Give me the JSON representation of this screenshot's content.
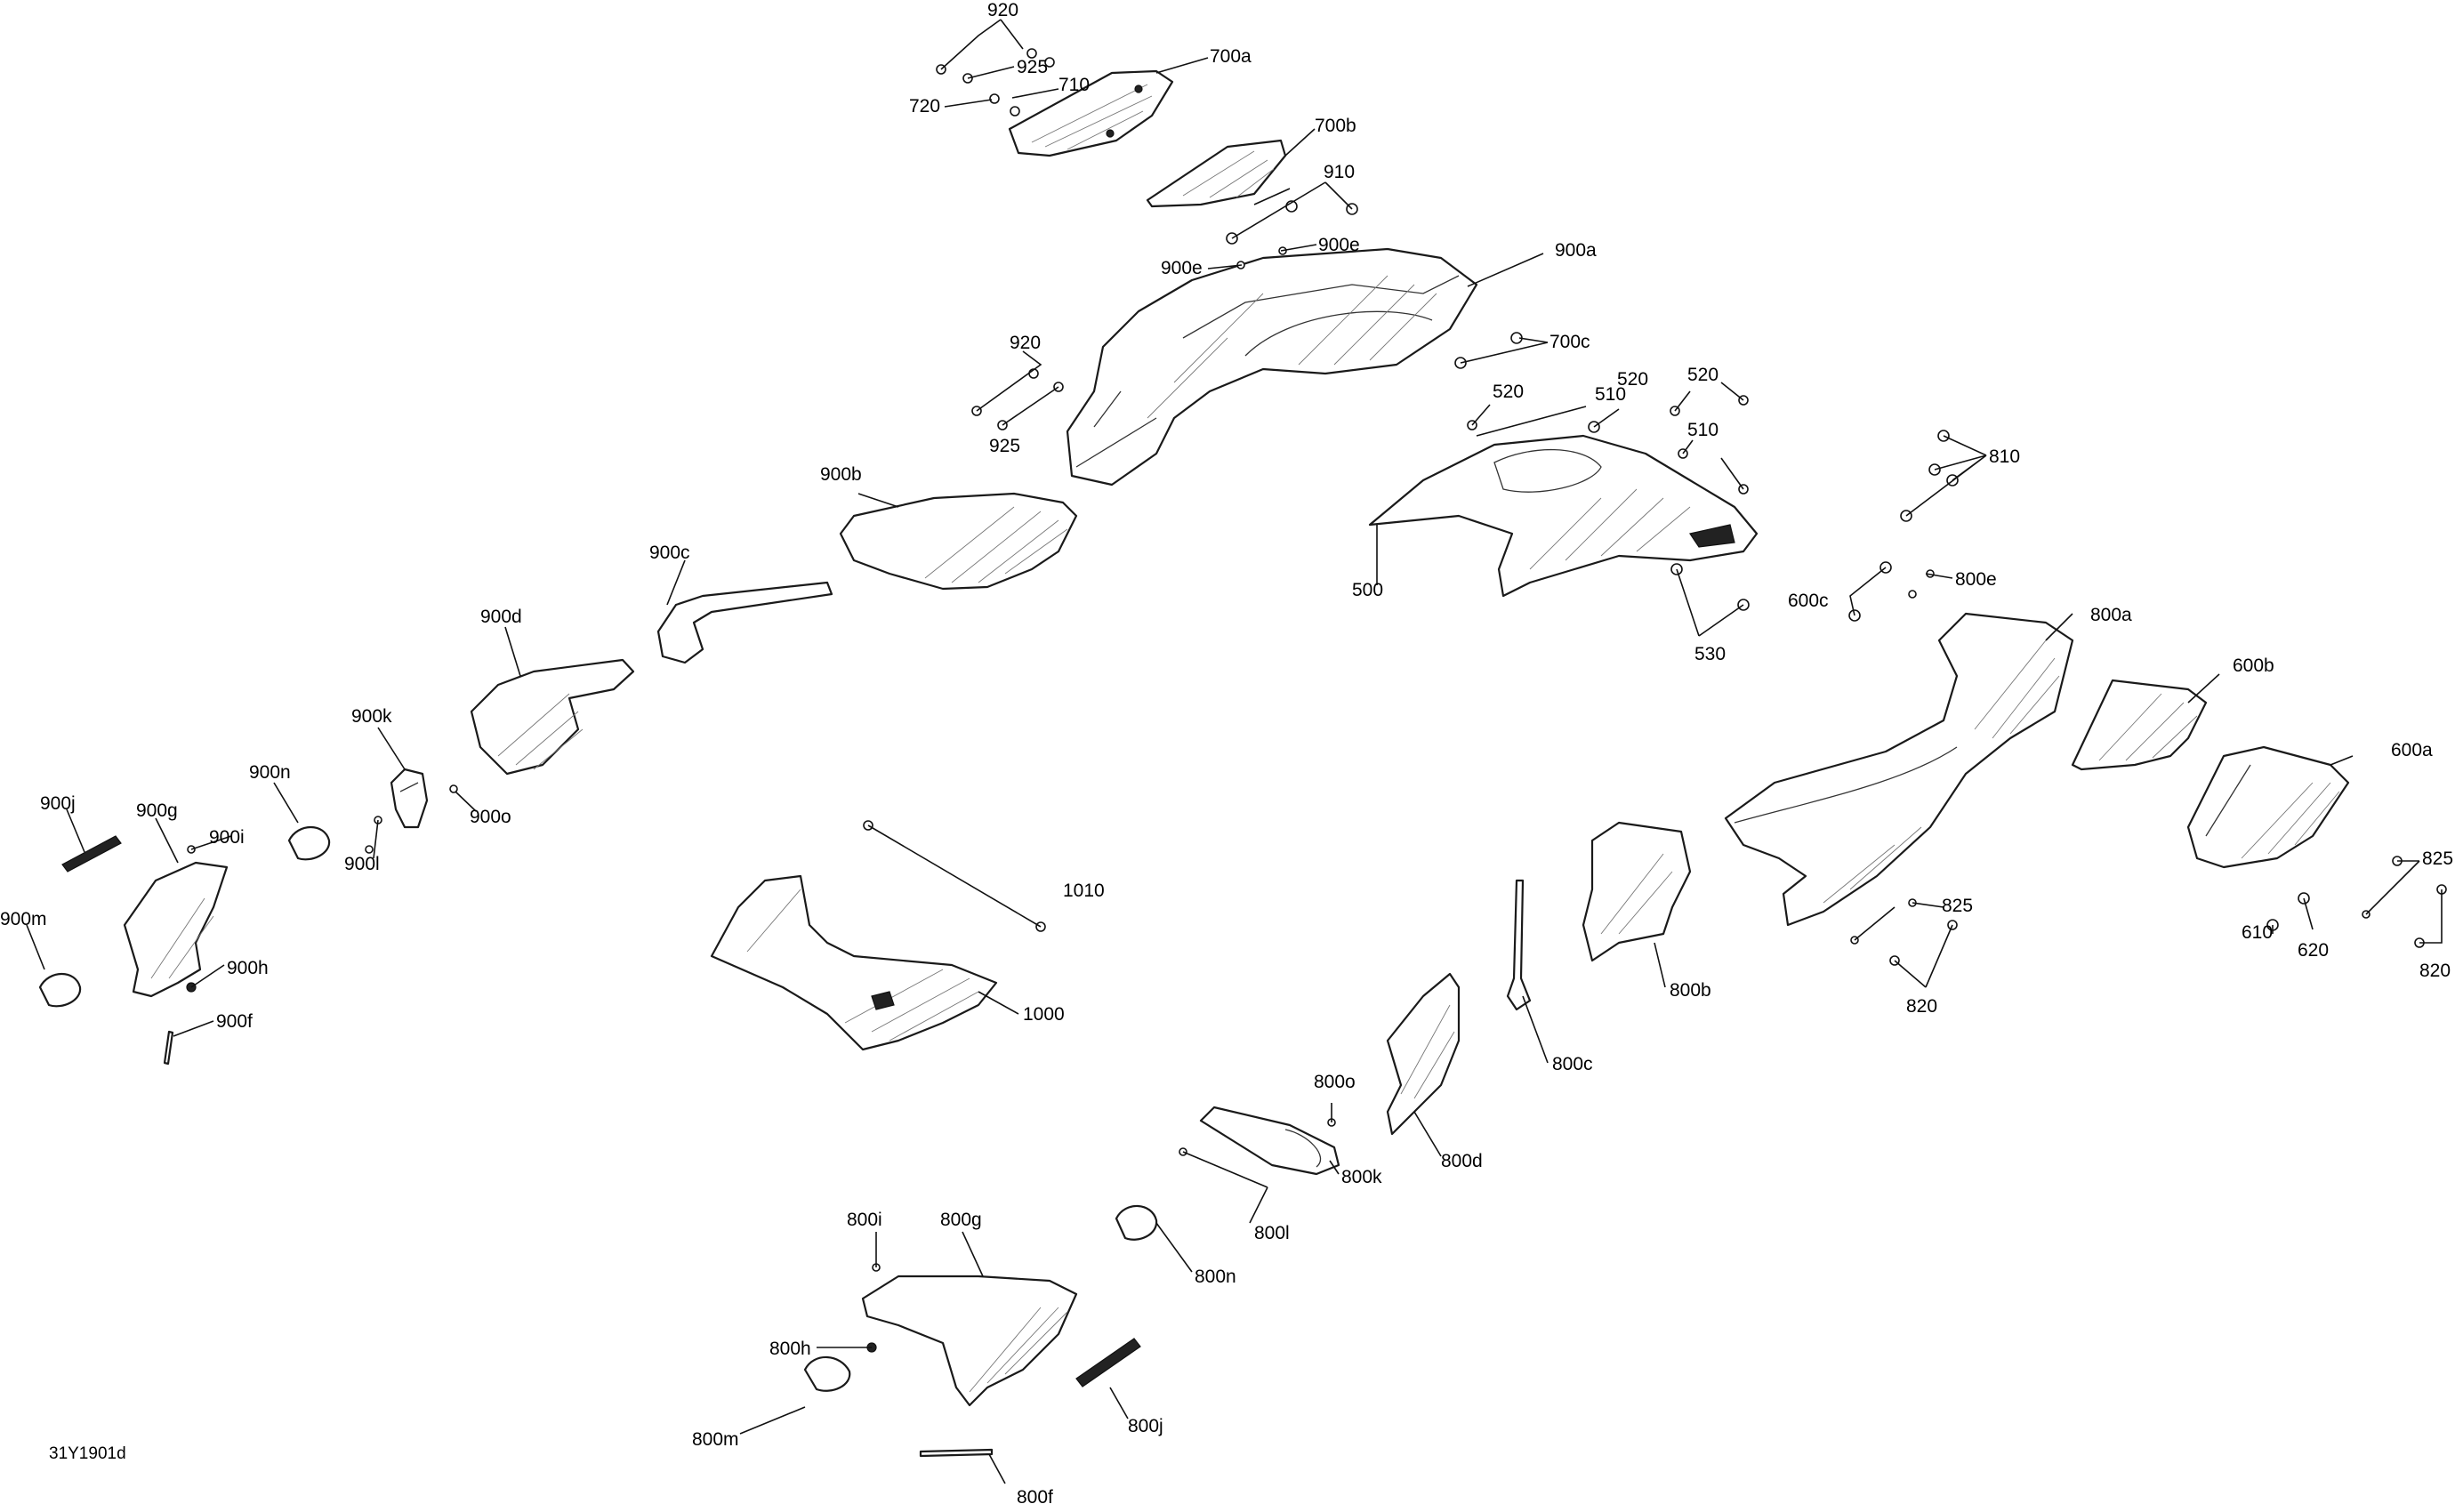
{
  "drawing_code": "31Y1901d",
  "callouts": [
    "920",
    "925",
    "710",
    "720",
    "700a",
    "700b",
    "910",
    "900e",
    "900e",
    "900a",
    "700c",
    "920",
    "925",
    "520",
    "510",
    "520",
    "520",
    "510",
    "810",
    "900b",
    "500",
    "600c",
    "800e",
    "530",
    "800a",
    "900c",
    "900d",
    "600b",
    "900k",
    "600a",
    "900n",
    "900o",
    "900j",
    "900g",
    "900i",
    "900l",
    "825",
    "1010",
    "825",
    "900m",
    "900h",
    "610",
    "620",
    "820",
    "820",
    "1000",
    "800b",
    "900f",
    "800c",
    "800o",
    "800d",
    "800k",
    "800l",
    "800i",
    "800g",
    "800n",
    "800h",
    "800j",
    "800m",
    "800f"
  ]
}
